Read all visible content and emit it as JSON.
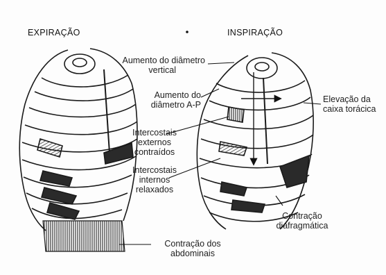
{
  "headings": {
    "left": "EXPIRAÇÃO",
    "right": "INSPIRAÇÃO"
  },
  "labels": {
    "vertical_line1": "Aumento do diâmetro",
    "vertical_line2": "vertical",
    "ap_line1": "Aumento do",
    "ap_line2": "diâmetro A-P",
    "ext_line1": "Intercostais",
    "ext_line2": "externos",
    "ext_line3": "contraídos",
    "int_line1": "Intercostais",
    "int_line2": "internos",
    "int_line3": "relaxados",
    "elev_line1": "Elevação da",
    "elev_line2": "caixa torácica",
    "diaph_line1": "Contração",
    "diaph_line2": "diafragmática",
    "abd_line1": "Contração dos",
    "abd_line2": "abdominais"
  },
  "colors": {
    "ink": "#1a1a1a",
    "paper": "#fdfdfd",
    "shade": "#2a2a2a"
  }
}
